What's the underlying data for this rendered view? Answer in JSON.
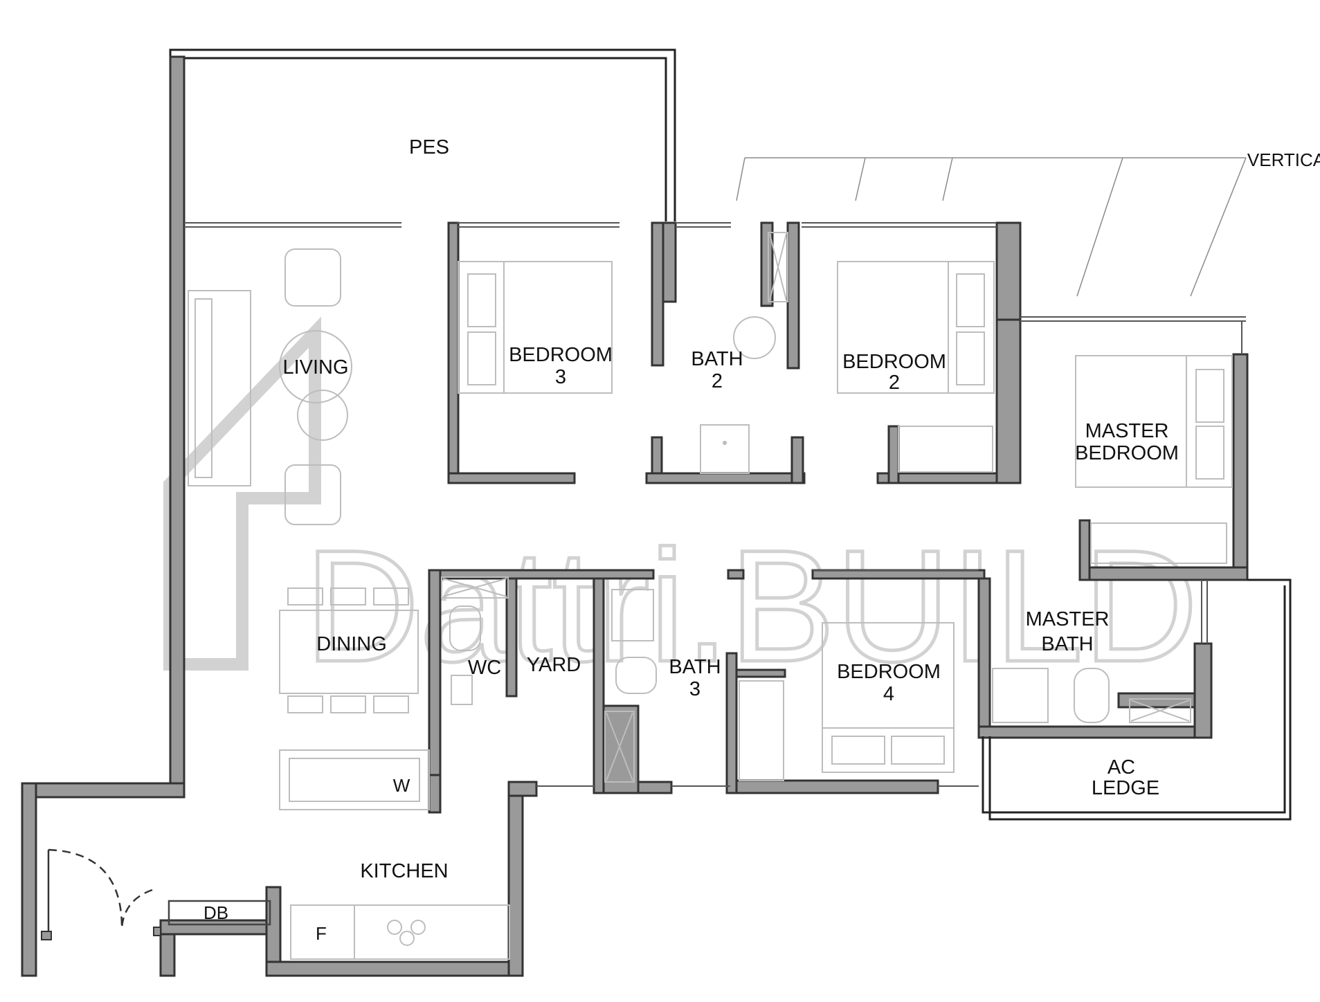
{
  "rooms": {
    "pes": "PES",
    "living": "LIVING",
    "dining": "DINING",
    "kitchen": "KITCHEN",
    "wc": "WC",
    "yard": "YARD",
    "bath3_line1": "BATH",
    "bath3_line2": "3",
    "bedroom3_line1": "BEDROOM",
    "bedroom3_line2": "3",
    "bath2_line1": "BATH",
    "bath2_line2": "2",
    "bedroom2_line1": "BEDROOM",
    "bedroom2_line2": "2",
    "master_bedroom_line1": "MASTER",
    "master_bedroom_line2": "BEDROOM",
    "master_bath_line1": "MASTER",
    "master_bath_line2": "BATH",
    "bedroom4_line1": "BEDROOM",
    "bedroom4_line2": "4",
    "ac_ledge_line1": "AC",
    "ac_ledge_line2": "LEDGE"
  },
  "fixtures": {
    "db": "DB",
    "fridge": "F",
    "washer": "W"
  },
  "annotations": {
    "vertical_leader": "VERTICA"
  },
  "watermark": {
    "text": "Dattri.BUILD"
  },
  "colors": {
    "wall_fill": "#9a9a9a",
    "line": "#222222",
    "furniture": "#bdbdbd",
    "watermark": "#d2d2d2"
  }
}
